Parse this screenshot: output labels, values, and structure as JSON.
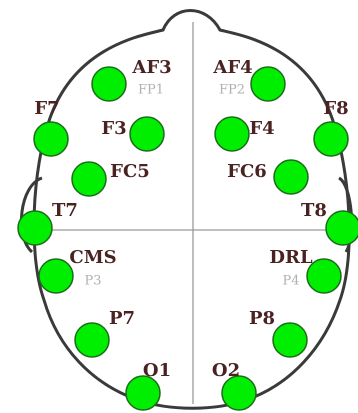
{
  "colors": {
    "outline": "#3a3a3a",
    "guide": "#9a9a9a",
    "electrode_fill": "#00ee00",
    "electrode_stroke": "#1d6b1d",
    "label": "#4a2222",
    "sublabel": "#b0b0b0",
    "background": "#ffffff"
  },
  "electrodes": {
    "af3": {
      "label": "AF3",
      "sub": "FP1"
    },
    "af4": {
      "label": "AF4",
      "sub": "FP2"
    },
    "f7": {
      "label": "F7"
    },
    "f8": {
      "label": "F8"
    },
    "f3": {
      "label": "F3"
    },
    "f4": {
      "label": "F4"
    },
    "fc5": {
      "label": "FC5"
    },
    "fc6": {
      "label": "FC6"
    },
    "t7": {
      "label": "T7"
    },
    "t8": {
      "label": "T8"
    },
    "cms": {
      "label": "CMS",
      "sub": "P3"
    },
    "drl": {
      "label": "DRL",
      "sub": "P4"
    },
    "p7": {
      "label": "P7"
    },
    "p8": {
      "label": "P8"
    },
    "o1": {
      "label": "O1"
    },
    "o2": {
      "label": "O2"
    }
  }
}
